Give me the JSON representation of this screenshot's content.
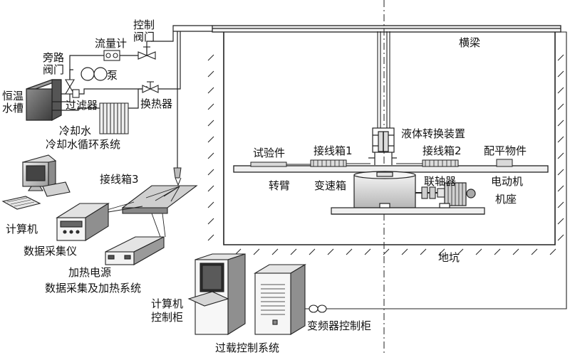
{
  "labels": {
    "hengwen_shuicao": "恒温水槽",
    "panglu_famen": "旁路阀门",
    "liuliangji": "流量计",
    "kongzhi_famen": "控制阀门",
    "beng": "泵",
    "guolvqi": "过滤器",
    "huanreqi": "换热器",
    "lengqueshui": "冷却水",
    "lengqueshui_xunhuan": "冷却水循环系统",
    "hengliang": "横梁",
    "yeti_zhuanhuan": "液体转换装置",
    "shiyanjian": "试验件",
    "jiexianxiang1": "接线箱1",
    "jiexianxiang2": "接线箱2",
    "peiping_wujian": "配平物件",
    "zhuanbi": "转臂",
    "biansuxiang": "变速箱",
    "lianzhouqi": "联轴器",
    "diandongji": "电动机",
    "jizuo": "机座",
    "jiexianxiang3": "接线箱3",
    "jisuanji": "计算机",
    "shuju_caijiyi": "数据采集仪",
    "jiare_dianyuan": "加热电源",
    "shuju_caiji_jiare": "数据采集及加热系统",
    "dikeng": "地坑",
    "jisuanji_kongzhigui": "计算机控制柜",
    "bianpinqi_kongzhigui": "变频器控制柜",
    "guozai_kongzhi": "过载控制系统"
  }
}
